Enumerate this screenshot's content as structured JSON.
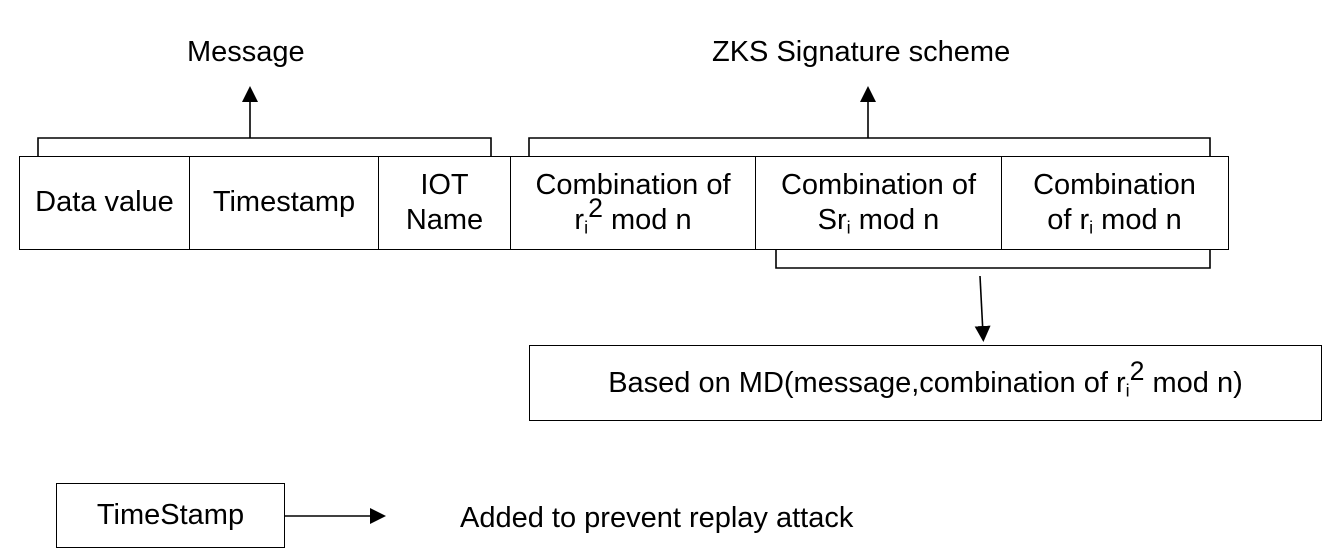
{
  "header": {
    "message_label": "Message",
    "zks_label": "ZKS Signature scheme"
  },
  "packet": {
    "cells": [
      {
        "line1": "Data value"
      },
      {
        "line1": "Timestamp"
      },
      {
        "line1": "IOT",
        "line2": "Name"
      },
      {
        "line1": "Combination of",
        "line2_base": "r",
        "line2_sub": "i",
        "line2_sup": "2",
        "line2_tail": " mod n"
      },
      {
        "line1": "Combination of",
        "line2_base": "Sr",
        "line2_sub": "i",
        "line2_tail": " mod n"
      },
      {
        "line1": "Combination",
        "line2_base": "of r",
        "line2_sub": "i",
        "line2_tail": " mod n"
      }
    ]
  },
  "md_box": {
    "prefix": "Based on MD(message,combination of r",
    "sub": "i",
    "sup": "2",
    "suffix": " mod n)"
  },
  "legend": {
    "box_label": "TimeStamp",
    "note": "Added to prevent replay attack"
  }
}
